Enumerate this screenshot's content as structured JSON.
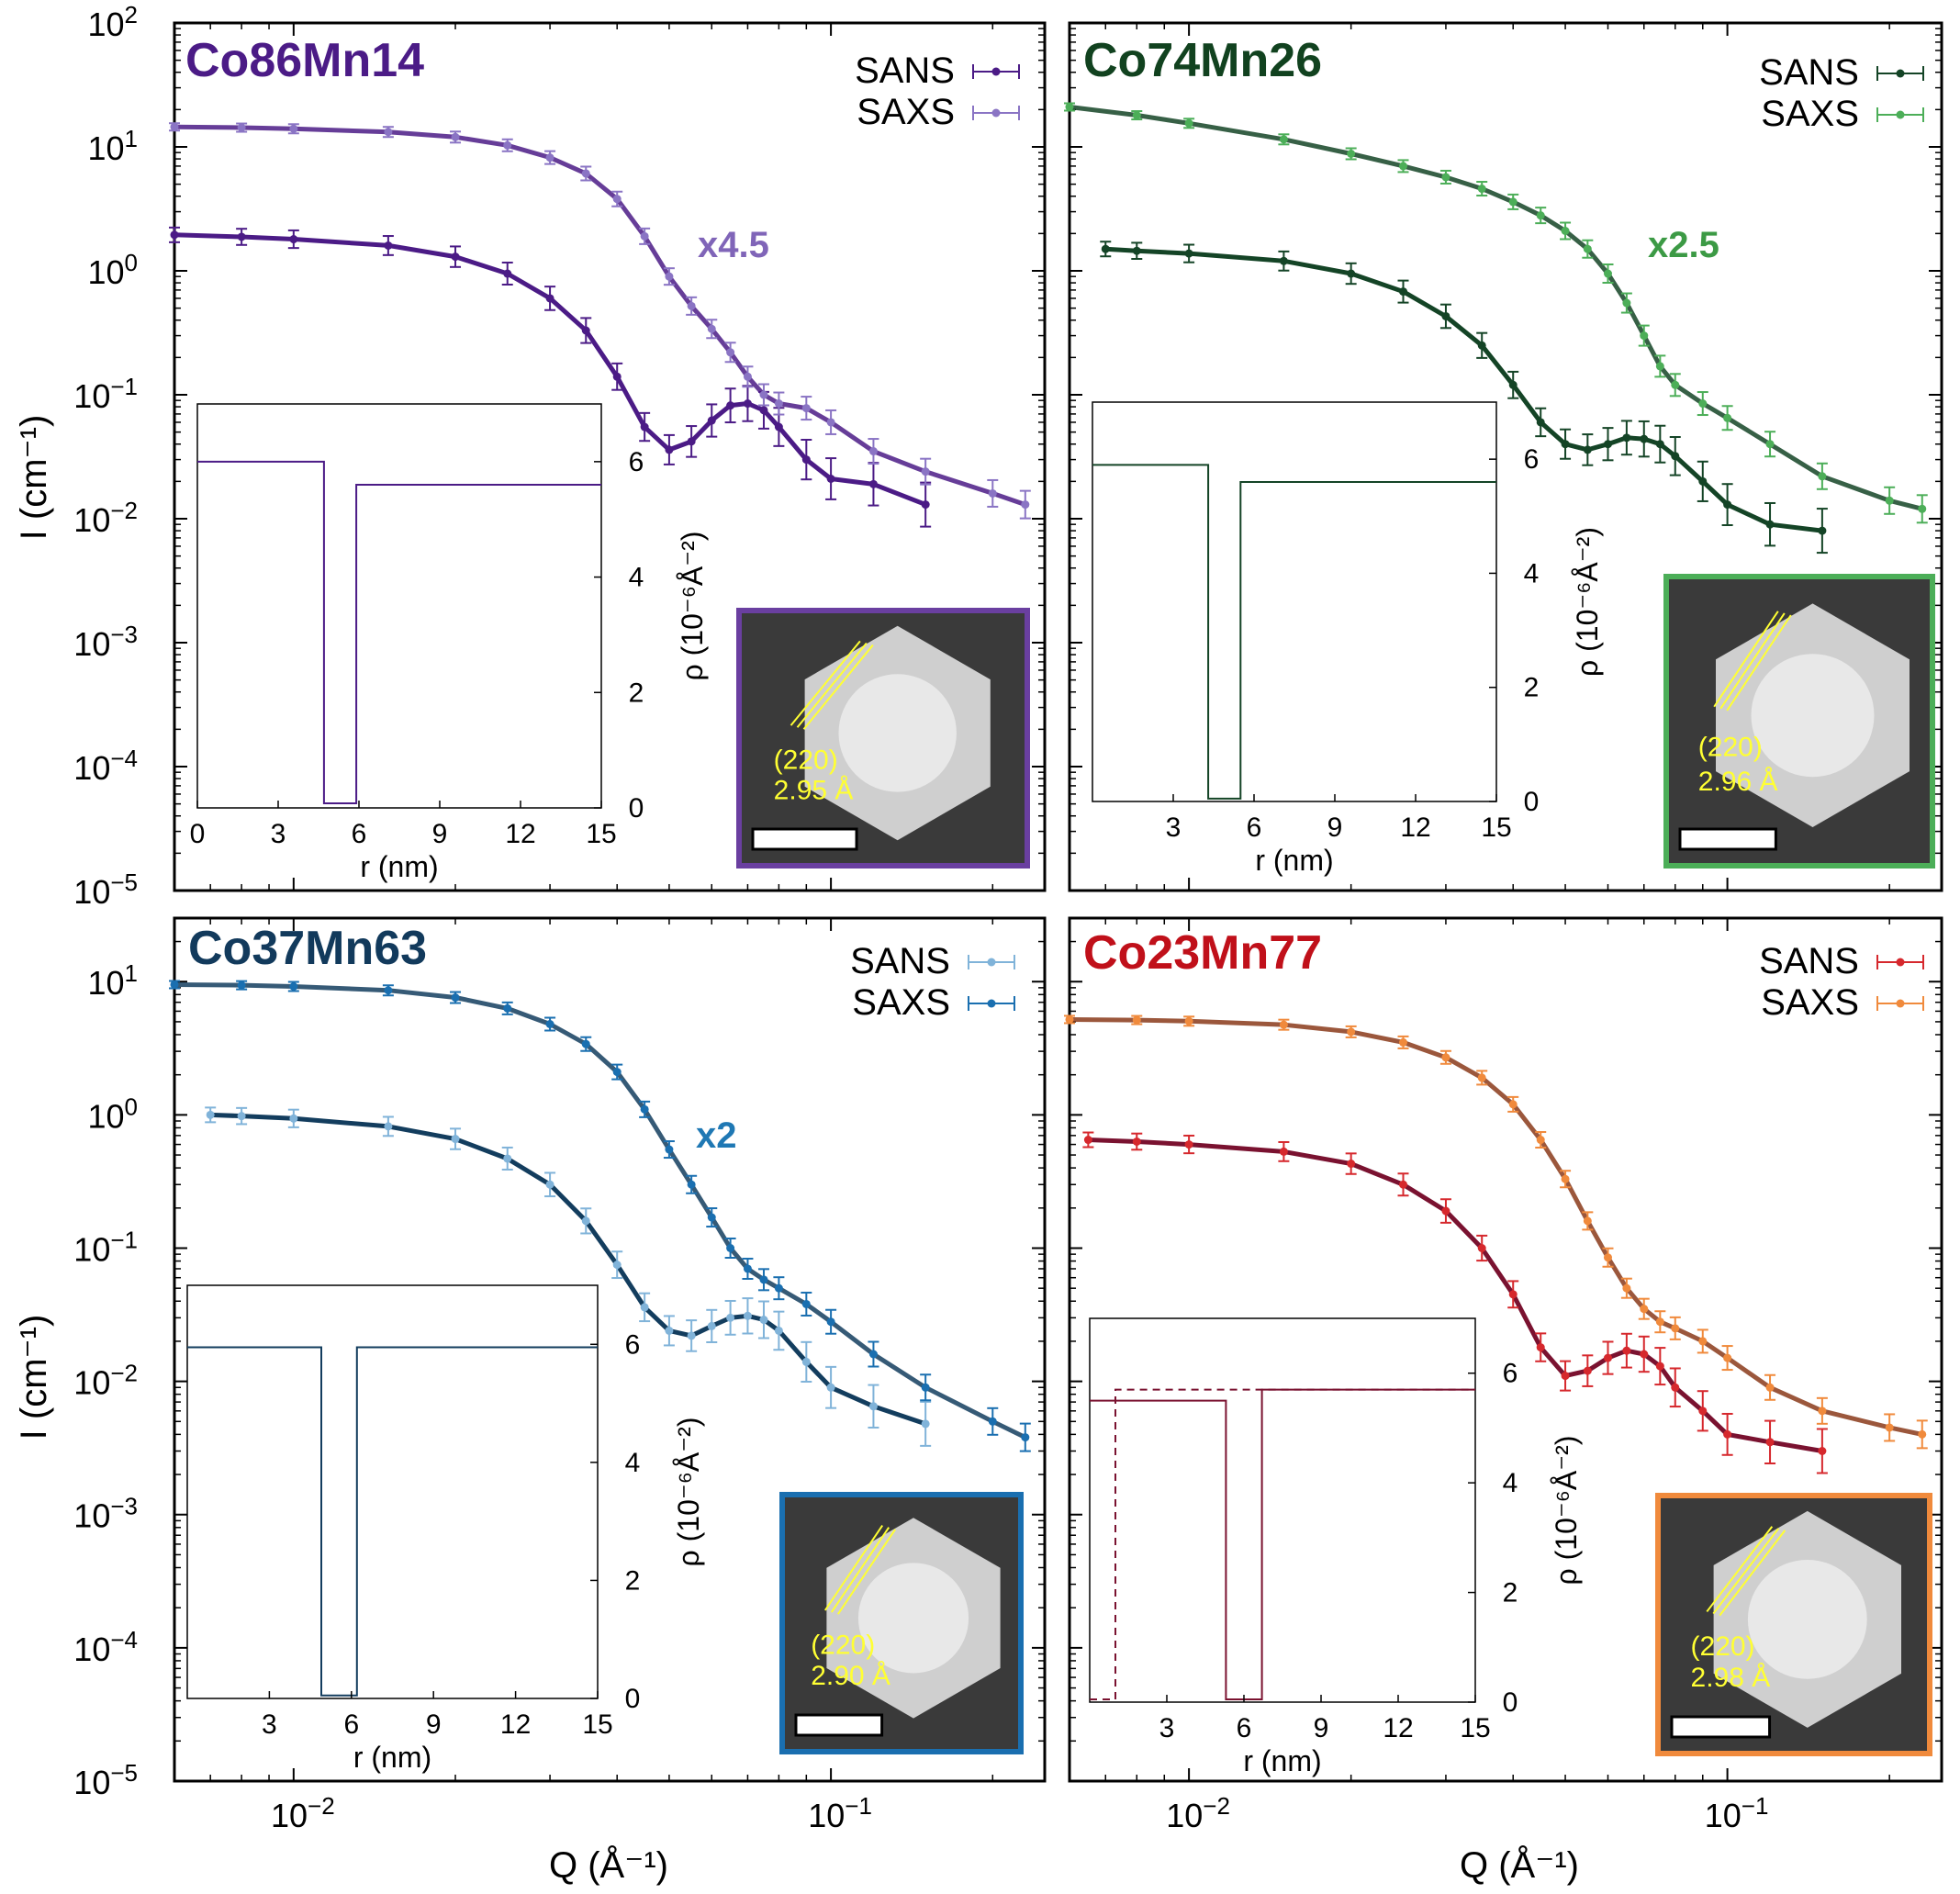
{
  "figure": {
    "y_axis_label": "I (cm⁻¹)",
    "x_axis_label": "Q (Å⁻¹)",
    "inset_x_label": "r (nm)",
    "inset_y_label": "ρ (10⁻⁶Å⁻²)",
    "legend": [
      "SANS",
      "SAXS"
    ]
  },
  "chart_data": [
    {
      "type": "scatter",
      "panel": "top-left",
      "title": "Co86Mn14",
      "title_color": "#4b1b86",
      "scale_label": "x4.5",
      "scale_color": "#8065b8",
      "colors": {
        "sans": "#4b1b86",
        "saxs": "#8a74c4",
        "fit": "#4b1b86"
      },
      "y_log": true,
      "x_log": true,
      "ylim": [
        1e-05,
        100
      ],
      "xlim": [
        0.006,
        0.25
      ],
      "y_ticks": [
        "10^-5",
        "10^-4",
        "10^-3",
        "10^-2",
        "10^-1",
        "10^0",
        "10^1",
        "10^2"
      ],
      "x_ticks": [
        "10^-2",
        "10^-1"
      ],
      "series": [
        {
          "name": "SANS",
          "x": [
            0.006,
            0.008,
            0.01,
            0.015,
            0.02,
            0.025,
            0.03,
            0.035,
            0.04,
            0.045,
            0.05,
            0.055,
            0.06,
            0.065,
            0.07,
            0.075,
            0.08,
            0.09,
            0.1,
            0.12,
            0.15
          ],
          "y": [
            1.95,
            1.88,
            1.8,
            1.6,
            1.3,
            0.95,
            0.6,
            0.33,
            0.14,
            0.055,
            0.036,
            0.042,
            0.062,
            0.082,
            0.085,
            0.075,
            0.055,
            0.03,
            0.021,
            0.019,
            0.013
          ]
        },
        {
          "name": "SAXS",
          "x": [
            0.006,
            0.008,
            0.01,
            0.015,
            0.02,
            0.025,
            0.03,
            0.035,
            0.04,
            0.045,
            0.05,
            0.055,
            0.06,
            0.065,
            0.07,
            0.075,
            0.08,
            0.09,
            0.1,
            0.12,
            0.15,
            0.2,
            0.23
          ],
          "y": [
            14.5,
            14.3,
            14,
            13.2,
            12,
            10.3,
            8.2,
            6.1,
            3.8,
            1.9,
            0.9,
            0.52,
            0.34,
            0.22,
            0.14,
            0.1,
            0.085,
            0.078,
            0.06,
            0.035,
            0.024,
            0.016,
            0.013
          ]
        }
      ],
      "inset": {
        "xlim": [
          0,
          15
        ],
        "ylim": [
          0,
          7
        ],
        "x_ticks": [
          0,
          3,
          6,
          9,
          12,
          15
        ],
        "y_ticks": [
          0,
          2,
          4,
          6
        ],
        "profile_r": [
          0,
          4.7,
          4.7,
          5.9,
          5.9,
          15
        ],
        "profile_rho": [
          6.0,
          6.0,
          0.08,
          0.08,
          5.6,
          5.6
        ]
      },
      "tem": {
        "plane": "(220)",
        "spacing": "2.95 Å",
        "frame_color": "#6a3fa0"
      }
    },
    {
      "type": "scatter",
      "panel": "top-right",
      "title": "Co74Mn26",
      "title_color": "#11421f",
      "scale_label": "x2.5",
      "scale_color": "#3c9a45",
      "colors": {
        "sans": "#144426",
        "saxs": "#4cae58",
        "fit": "#144426"
      },
      "y_log": true,
      "x_log": true,
      "ylim": [
        1e-05,
        100
      ],
      "xlim": [
        0.006,
        0.25
      ],
      "y_ticks": [
        "10^-5",
        "10^-4",
        "10^-3",
        "10^-2",
        "10^-1",
        "10^0",
        "10^1",
        "10^2"
      ],
      "x_ticks": [
        "10^-2",
        "10^-1"
      ],
      "series": [
        {
          "name": "SANS",
          "x": [
            0.007,
            0.008,
            0.01,
            0.015,
            0.02,
            0.025,
            0.03,
            0.035,
            0.04,
            0.045,
            0.05,
            0.055,
            0.06,
            0.065,
            0.07,
            0.075,
            0.08,
            0.09,
            0.1,
            0.12,
            0.15
          ],
          "y": [
            1.5,
            1.45,
            1.38,
            1.2,
            0.95,
            0.68,
            0.43,
            0.25,
            0.12,
            0.06,
            0.04,
            0.036,
            0.04,
            0.045,
            0.044,
            0.04,
            0.032,
            0.02,
            0.013,
            0.009,
            0.008
          ]
        },
        {
          "name": "SAXS",
          "x": [
            0.006,
            0.008,
            0.01,
            0.015,
            0.02,
            0.025,
            0.03,
            0.035,
            0.04,
            0.045,
            0.05,
            0.055,
            0.06,
            0.065,
            0.07,
            0.075,
            0.08,
            0.09,
            0.1,
            0.12,
            0.15,
            0.2,
            0.23
          ],
          "y": [
            21,
            18,
            15.5,
            11.5,
            8.8,
            7,
            5.7,
            4.6,
            3.6,
            2.8,
            2.1,
            1.5,
            0.95,
            0.55,
            0.3,
            0.17,
            0.12,
            0.085,
            0.065,
            0.04,
            0.022,
            0.014,
            0.012
          ]
        }
      ],
      "inset": {
        "xlim": [
          0,
          15
        ],
        "ylim": [
          0,
          7
        ],
        "x_ticks": [
          3,
          6,
          9,
          12,
          15
        ],
        "y_ticks": [
          0,
          2,
          4,
          6
        ],
        "profile_r": [
          0,
          4.3,
          4.3,
          5.5,
          5.5,
          15
        ],
        "profile_rho": [
          5.9,
          5.9,
          0.05,
          0.05,
          5.6,
          5.6
        ]
      },
      "tem": {
        "plane": "(220)",
        "spacing": "2.96 Å",
        "frame_color": "#4cae58"
      }
    },
    {
      "type": "scatter",
      "panel": "bottom-left",
      "title": "Co37Mn63",
      "title_color": "#123a5c",
      "scale_label": "x2",
      "scale_color": "#1f78b4",
      "colors": {
        "sans": "#80b3d9",
        "saxs": "#1a6fb0",
        "fit": "#133d5e"
      },
      "y_log": true,
      "x_log": true,
      "ylim": [
        1e-05,
        30
      ],
      "xlim": [
        0.006,
        0.25
      ],
      "y_ticks": [
        "10^-5",
        "10^-4",
        "10^-3",
        "10^-2",
        "10^-1",
        "10^0",
        "10^1"
      ],
      "x_ticks": [
        "10^-2",
        "10^-1"
      ],
      "series": [
        {
          "name": "SANS",
          "x": [
            0.007,
            0.008,
            0.01,
            0.015,
            0.02,
            0.025,
            0.03,
            0.035,
            0.04,
            0.045,
            0.05,
            0.055,
            0.06,
            0.065,
            0.07,
            0.075,
            0.08,
            0.09,
            0.1,
            0.12,
            0.15
          ],
          "y": [
            1.0,
            0.98,
            0.94,
            0.82,
            0.66,
            0.47,
            0.3,
            0.16,
            0.075,
            0.036,
            0.024,
            0.022,
            0.026,
            0.03,
            0.031,
            0.029,
            0.024,
            0.014,
            0.009,
            0.0065,
            0.0048
          ]
        },
        {
          "name": "SAXS",
          "x": [
            0.006,
            0.008,
            0.01,
            0.015,
            0.02,
            0.025,
            0.03,
            0.035,
            0.04,
            0.045,
            0.05,
            0.055,
            0.06,
            0.065,
            0.07,
            0.075,
            0.08,
            0.09,
            0.1,
            0.12,
            0.15,
            0.2,
            0.23
          ],
          "y": [
            9.5,
            9.4,
            9.2,
            8.6,
            7.6,
            6.3,
            4.8,
            3.4,
            2.1,
            1.1,
            0.55,
            0.3,
            0.17,
            0.1,
            0.07,
            0.058,
            0.05,
            0.038,
            0.028,
            0.016,
            0.009,
            0.005,
            0.0038
          ]
        }
      ],
      "inset": {
        "xlim": [
          0,
          15
        ],
        "ylim": [
          0,
          7
        ],
        "x_ticks": [
          3,
          6,
          9,
          12,
          15
        ],
        "y_ticks": [
          0,
          2,
          4,
          6
        ],
        "profile_r": [
          0,
          4.9,
          4.9,
          6.2,
          6.2,
          15
        ],
        "profile_rho": [
          5.95,
          5.95,
          0.05,
          0.05,
          5.95,
          5.95
        ]
      },
      "tem": {
        "plane": "(220)",
        "spacing": "2.90 Å",
        "frame_color": "#1a6fb0"
      }
    },
    {
      "type": "scatter",
      "panel": "bottom-right",
      "title": "Co23Mn77",
      "title_color": "#c0101a",
      "scale_label": "",
      "scale_color": "#e8742a",
      "colors": {
        "sans": "#d6282d",
        "saxs": "#f08a3c",
        "fit": "#7a1230"
      },
      "y_log": true,
      "x_log": true,
      "ylim": [
        1e-05,
        30
      ],
      "xlim": [
        0.006,
        0.25
      ],
      "y_ticks": [],
      "x_ticks": [
        "10^-2",
        "10^-1"
      ],
      "series": [
        {
          "name": "SANS",
          "x": [
            0.0065,
            0.008,
            0.01,
            0.015,
            0.02,
            0.025,
            0.03,
            0.035,
            0.04,
            0.045,
            0.05,
            0.055,
            0.06,
            0.065,
            0.07,
            0.075,
            0.08,
            0.09,
            0.1,
            0.12,
            0.15
          ],
          "y": [
            0.65,
            0.63,
            0.6,
            0.53,
            0.43,
            0.3,
            0.19,
            0.1,
            0.045,
            0.018,
            0.011,
            0.012,
            0.015,
            0.017,
            0.016,
            0.013,
            0.009,
            0.006,
            0.004,
            0.0035,
            0.003
          ]
        },
        {
          "name": "SAXS",
          "x": [
            0.006,
            0.008,
            0.01,
            0.015,
            0.02,
            0.025,
            0.03,
            0.035,
            0.04,
            0.045,
            0.05,
            0.055,
            0.06,
            0.065,
            0.07,
            0.075,
            0.08,
            0.09,
            0.1,
            0.12,
            0.15,
            0.2,
            0.23
          ],
          "y": [
            5.2,
            5.15,
            5.05,
            4.75,
            4.2,
            3.5,
            2.7,
            1.9,
            1.2,
            0.65,
            0.33,
            0.16,
            0.085,
            0.05,
            0.035,
            0.028,
            0.025,
            0.02,
            0.015,
            0.009,
            0.006,
            0.0045,
            0.004
          ]
        }
      ],
      "inset": {
        "xlim": [
          0,
          15
        ],
        "ylim": [
          0,
          7
        ],
        "x_ticks": [
          3,
          6,
          9,
          12,
          15
        ],
        "y_ticks": [
          0,
          2,
          4,
          6
        ],
        "profile_r": [
          0,
          5.3,
          5.3,
          6.7,
          6.7,
          15
        ],
        "profile_rho": [
          5.5,
          5.5,
          0.05,
          0.05,
          5.7,
          5.7
        ],
        "dashed_r": [
          0,
          1.0,
          1.0,
          15
        ],
        "dashed_rho": [
          0.05,
          0.05,
          5.7,
          5.7
        ]
      },
      "tem": {
        "plane": "(220)",
        "spacing": "2.98 Å",
        "frame_color": "#f08a3c"
      }
    }
  ]
}
